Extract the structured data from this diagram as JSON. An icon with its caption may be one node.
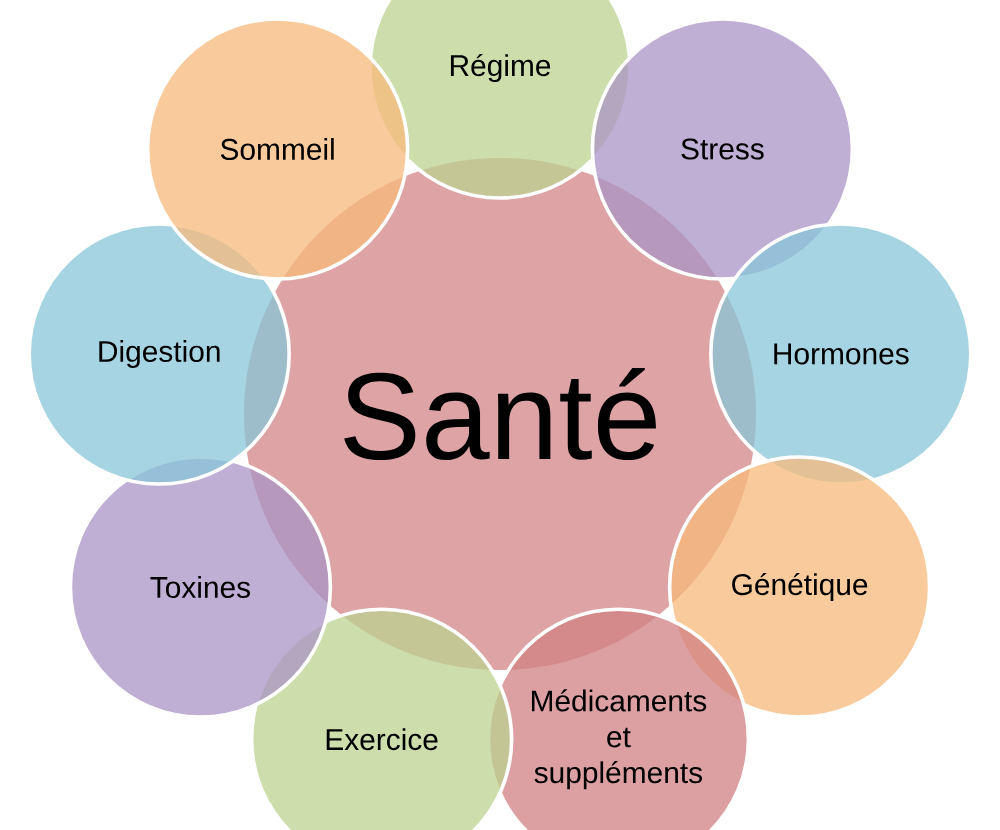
{
  "diagram": {
    "nodes": [
      {
        "text": [
          "Santé"
        ]
      },
      {
        "text": [
          "Régime"
        ]
      },
      {
        "text": [
          "Stress"
        ]
      },
      {
        "text": [
          "Hormones"
        ]
      },
      {
        "text": [
          "Génétique"
        ]
      },
      {
        "text": [
          "Médicaments et suppléments"
        ]
      },
      {
        "text": [
          "Exercice"
        ]
      },
      {
        "text": [
          "Toxines"
        ]
      },
      {
        "text": [
          "Digestion"
        ]
      },
      {
        "text": [
          "Sommeil"
        ]
      }
    ]
  }
}
